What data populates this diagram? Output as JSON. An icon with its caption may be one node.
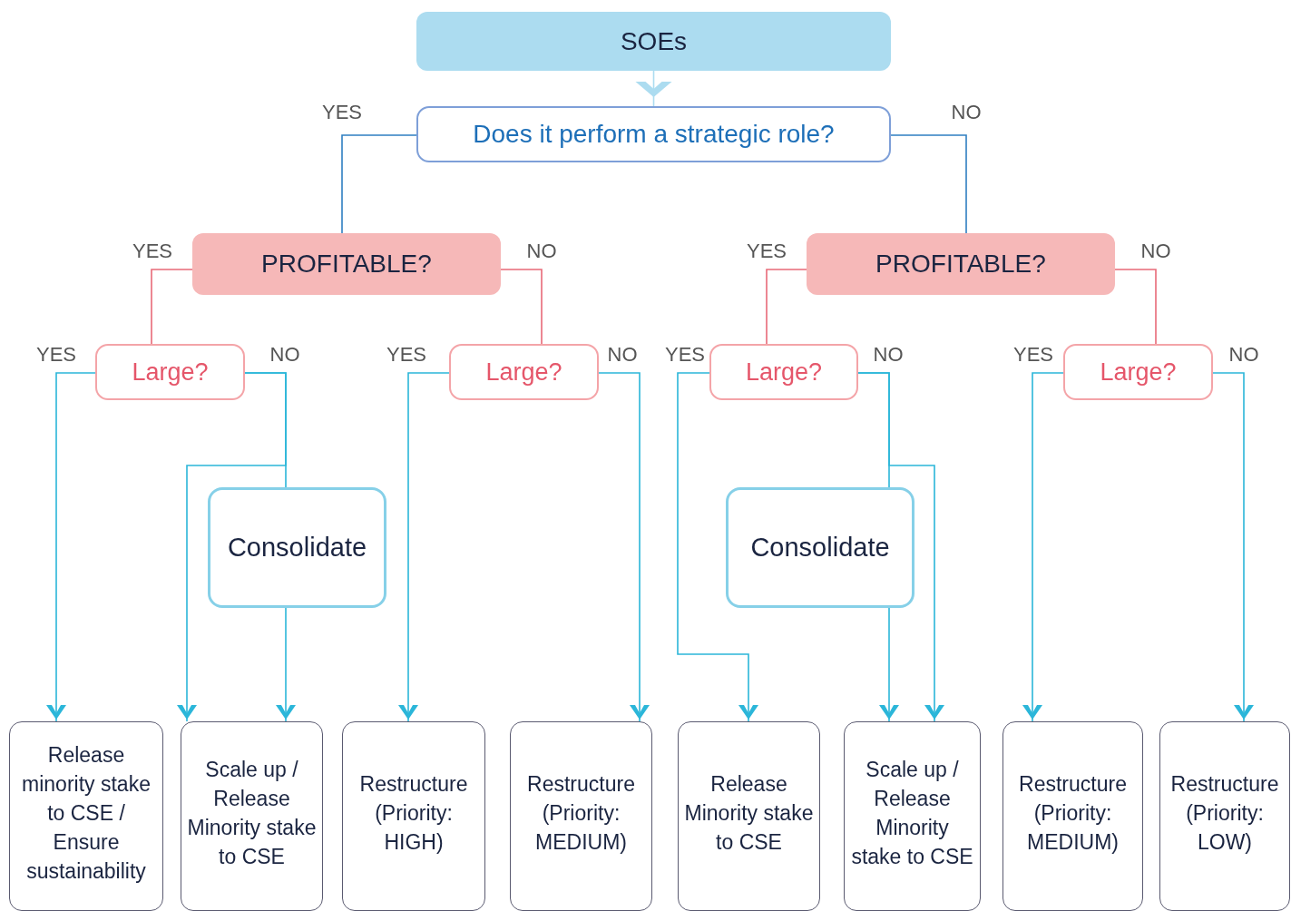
{
  "diagram": {
    "nodes": [
      {
        "text": [
          "SOEs"
        ]
      },
      {
        "text": [
          "Does it perform a strategic role?"
        ]
      },
      {
        "text": [
          "PROFITABLE?"
        ]
      },
      {
        "text": [
          "PROFITABLE?"
        ]
      },
      {
        "text": [
          "Large?"
        ]
      },
      {
        "text": [
          "Large?"
        ]
      },
      {
        "text": [
          "Large?"
        ]
      },
      {
        "text": [
          "Large?"
        ]
      },
      {
        "text": [
          "Consolidate"
        ]
      },
      {
        "text": [
          "Consolidate"
        ]
      },
      {
        "text": [
          "Release minority stake to CSE / Ensure sustainability"
        ]
      },
      {
        "text": [
          "Scale up / Release Minority stake to CSE"
        ]
      },
      {
        "text": [
          "Restructure (Priority: HIGH)"
        ]
      },
      {
        "text": [
          "Restructure (Priority: MEDIUM)"
        ]
      },
      {
        "text": [
          "Release Minority stake to CSE"
        ]
      },
      {
        "text": [
          "Scale up / Release Minority stake to CSE"
        ]
      },
      {
        "text": [
          "Restructure (Priority: MEDIUM)"
        ]
      },
      {
        "text": [
          "Restructure (Priority: LOW)"
        ]
      }
    ],
    "edges": [
      {
        "from": 0,
        "to": 1,
        "arrow": "to",
        "color": "#acdcf0"
      },
      {
        "from": 1,
        "to": 2,
        "arrow": "none",
        "label": "YES",
        "color": "#2f7fc1"
      },
      {
        "from": 1,
        "to": 3,
        "arrow": "none",
        "label": "NO",
        "color": "#2f7fc1"
      },
      {
        "from": 2,
        "to": 4,
        "arrow": "none",
        "label": "YES",
        "color": "#e86a78"
      },
      {
        "from": 2,
        "to": 5,
        "arrow": "none",
        "label": "NO",
        "color": "#e86a78"
      },
      {
        "from": 3,
        "to": 6,
        "arrow": "none",
        "label": "YES",
        "color": "#e86a78"
      },
      {
        "from": 3,
        "to": 7,
        "arrow": "none",
        "label": "NO",
        "color": "#e86a78"
      },
      {
        "from": 4,
        "to": 10,
        "arrow": "to",
        "label": "YES"
      },
      {
        "from": 4,
        "to": 8,
        "arrow": "none",
        "label": "NO"
      },
      {
        "from": 4,
        "to": 11,
        "arrow": "to"
      },
      {
        "from": 8,
        "to": 11,
        "arrow": "to"
      },
      {
        "from": 5,
        "to": 12,
        "arrow": "to",
        "label": "YES"
      },
      {
        "from": 5,
        "to": 13,
        "arrow": "to",
        "label": "NO"
      },
      {
        "from": 6,
        "to": 14,
        "arrow": "to",
        "label": "YES"
      },
      {
        "from": 6,
        "to": 9,
        "arrow": "none",
        "label": "NO"
      },
      {
        "from": 6,
        "to": 15,
        "arrow": "to"
      },
      {
        "from": 9,
        "to": 15,
        "arrow": "to"
      },
      {
        "from": 7,
        "to": 16,
        "arrow": "to",
        "label": "YES"
      },
      {
        "from": 7,
        "to": 17,
        "arrow": "to",
        "label": "NO"
      }
    ]
  }
}
